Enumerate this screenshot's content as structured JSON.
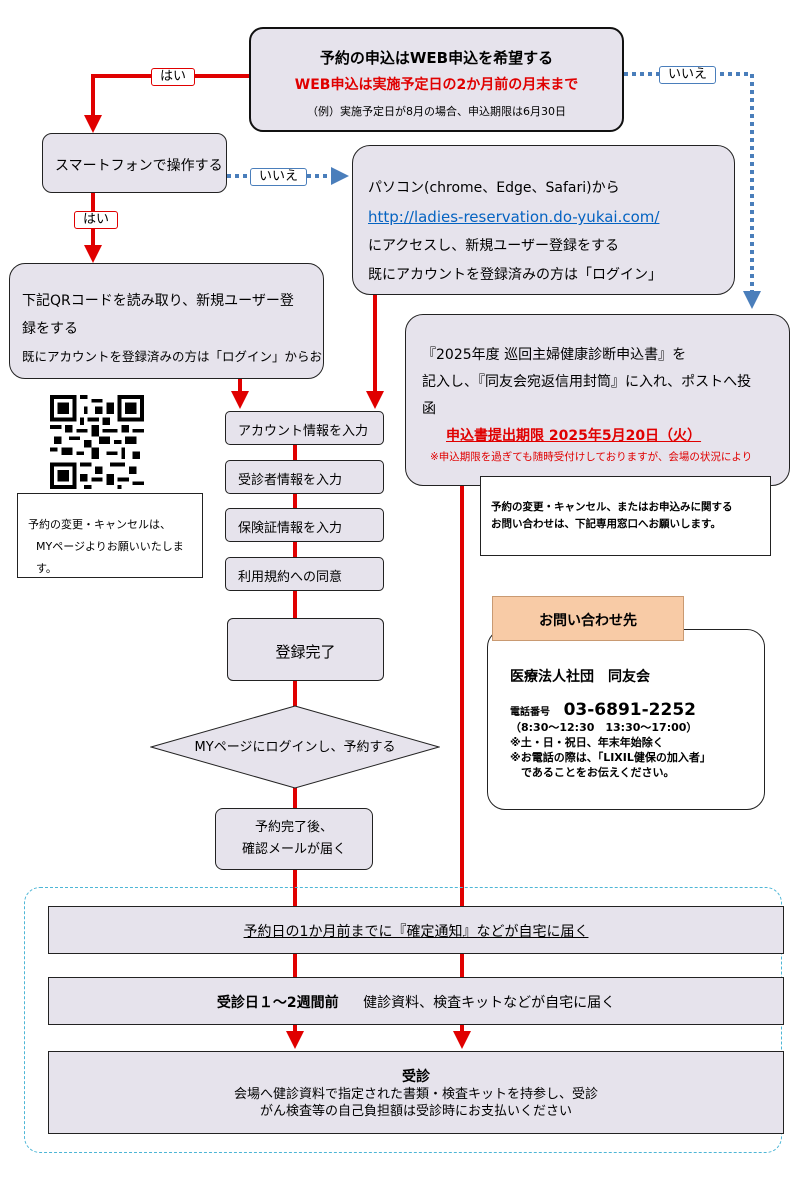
{
  "top": {
    "line1": "予約の申込はWEB申込を希望する",
    "line2": "WEB申込は実施予定日の2か月前の月末まで",
    "line3": "（例）実施予定日が8月の場合、申込期限は6月30日"
  },
  "labels": {
    "yes": "はい",
    "no": "いいえ"
  },
  "smartphone": {
    "text": "スマートフォンで操作する"
  },
  "pc": {
    "line1": "パソコン(chrome、Edge、Safari)から",
    "url": "http://ladies-reservation.do-yukai.com/",
    "line2": "にアクセスし、新規ユーザー登録をする",
    "line3": "既にアカウントを登録済みの方は「ログイン」"
  },
  "qr_box": {
    "line1": "下記QRコードを読み取り、新規ユーザー登",
    "line2": "録をする",
    "line3": "既にアカウントを登録済みの方は「ログイン」からお"
  },
  "mail": {
    "line1": "『2025年度 巡回主婦健康診断申込書』を",
    "line2": "記入し、『同友会宛返信用封筒』に入れ、ポストへ投",
    "line3": "函",
    "deadline": "申込書提出期限 2025年5月20日（火）",
    "note": "※申込期限を過ぎても随時受付けしておりますが、会場の状況により"
  },
  "cancel_left": {
    "line1": "予約の変更・キャンセルは、",
    "line2": "MYページよりお願いいたします。"
  },
  "cancel_right": {
    "line1": "予約の変更・キャンセル、またはお申込みに関する",
    "line2": "お問い合わせは、下記専用窓口へお願いします。"
  },
  "steps": [
    "アカウント情報を入力",
    "受診者情報を入力",
    "保険証情報を入力",
    "利用規約への同意"
  ],
  "done": "登録完了",
  "diamond": "MYページにログインし、予約する",
  "confirm": {
    "line1": "予約完了後、",
    "line2": "確認メールが届く"
  },
  "contact": {
    "heading": "お問い合わせ先",
    "org": "医療法人社団　同友会",
    "tel_label": "電話番号",
    "tel": "03-6891-2252",
    "hours": "（8:30～12:30　13:30～17:00）",
    "note1": "※土・日・祝日、年末年始除く",
    "note2": "※お電話の際は、「LIXIL健保の加入者」",
    "note3": "　であることをお伝えください。"
  },
  "bottom": {
    "notify": "予約日の1か月前までに『確定通知』などが自宅に届く",
    "kit_bold": "受診日１～2週間前",
    "kit_text": "健診資料、検査キットなどが自宅に届く",
    "exam_title": "受診",
    "exam_line1": "会場へ健診資料で指定された書類・検査キットを持参し、受診",
    "exam_line2": "がん検査等の自己負担額は受診時にお支払いください"
  },
  "colors": {
    "red": "#e00000",
    "blue": "#4a7ebb",
    "box": "#e6e3ec",
    "orange": "#f8cba6"
  }
}
